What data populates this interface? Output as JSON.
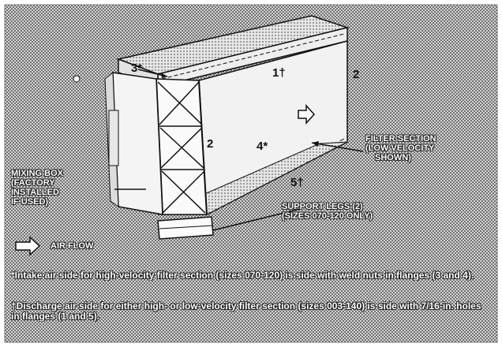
{
  "labels": {
    "filter_section": [
      "FILTER SECTION",
      "(LOW VELOCITY",
      "SHOWN)"
    ],
    "mixing_box": [
      "MIXING BOX",
      "(FACTORY",
      "INSTALLED",
      "IF USED)"
    ],
    "support_legs": [
      "SUPPORT LEGS (2)",
      "(SIZES 070-120 ONLY)"
    ],
    "airflow": "AIR FLOW"
  },
  "side_numbers": {
    "s1": "1†",
    "s2_right": "2",
    "s2_left": "2",
    "s3": "3*",
    "s4": "4*",
    "s5": "5†"
  },
  "footnotes": {
    "intake": "*Intake air side for high-velocity filter section (sizes 070-120) is side with weld nuts in flanges (3 and 4).",
    "discharge": "†Discharge air side for either high- or low-velocity filter section (sizes 003-140) is side with 7/16-in. holes in flanges (1 and 5)."
  },
  "colors": {
    "dither_light": "#cfcfcf",
    "dither_dark": "#6a6a6a",
    "line": "#111111"
  }
}
